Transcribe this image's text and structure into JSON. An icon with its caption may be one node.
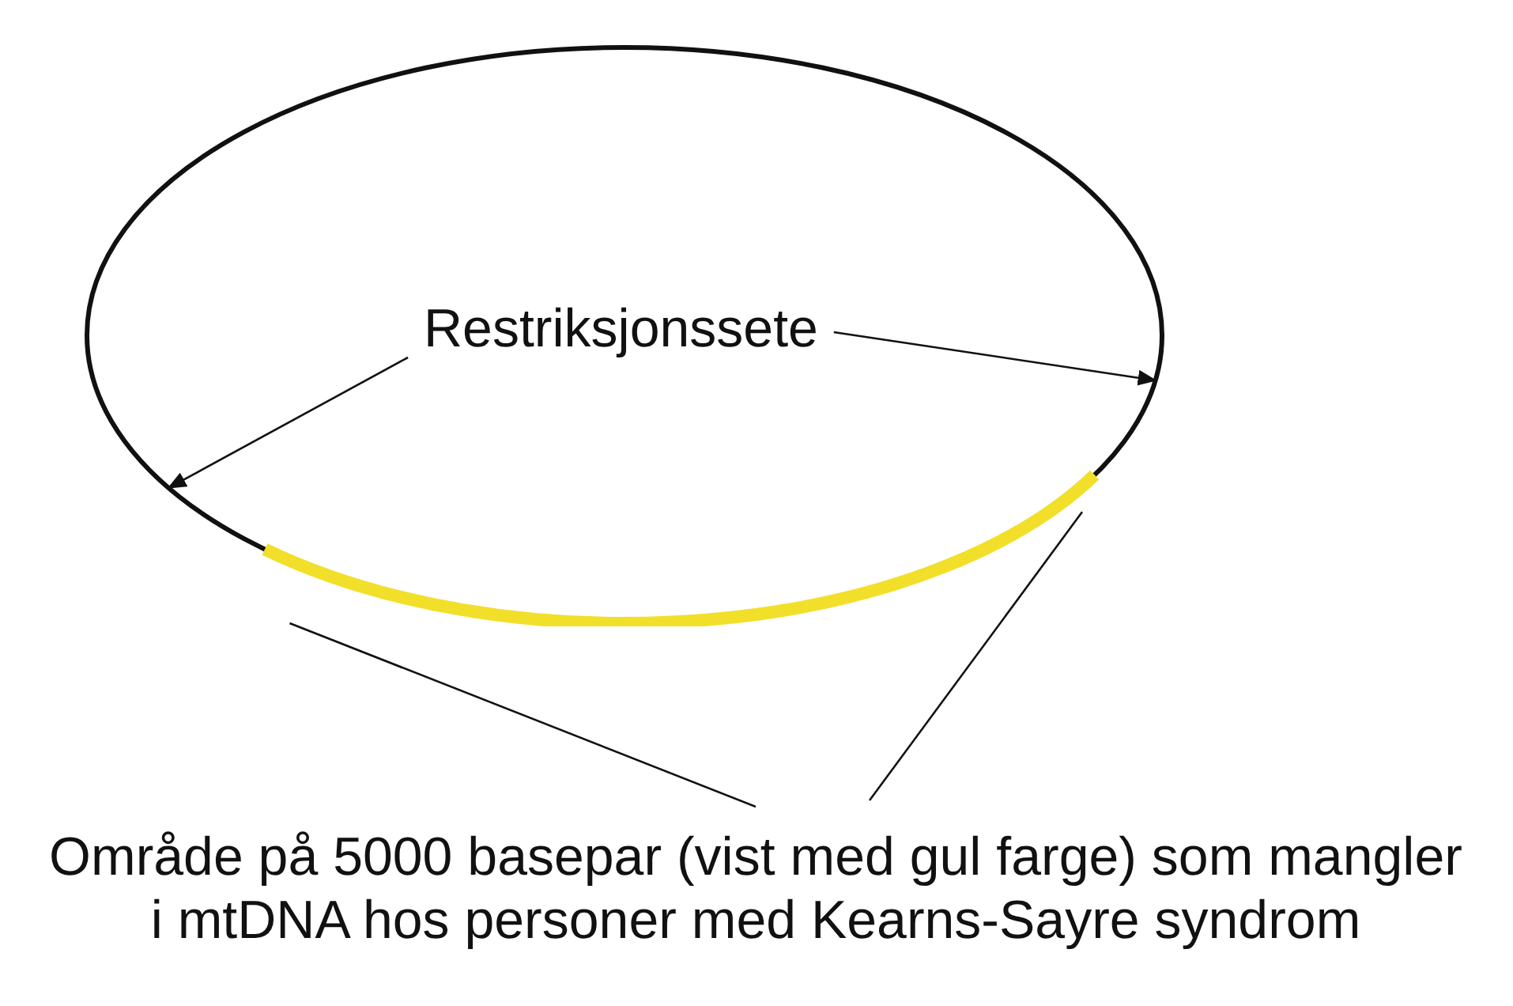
{
  "diagram": {
    "nodes": [
      {
        "text": [],
        "shape": "circle"
      },
      {
        "text": [
          "Restriksjonssete"
        ],
        "in": 0
      },
      {
        "text": [],
        "shape": "bar",
        "in": 0
      },
      {
        "text": [
          "Område på 5000 basepar (vist med gul farge) som mangler i mtDNA hos personer med Kearns-Sayre syndrom"
        ]
      }
    ],
    "edges": [
      {
        "from": 1,
        "to": 0,
        "arrow": "to"
      },
      {
        "from": 1,
        "to": 0,
        "arrow": "to"
      },
      {
        "from": 3,
        "to": 2,
        "arrow": "none"
      },
      {
        "from": 3,
        "to": 2,
        "arrow": "none"
      }
    ]
  }
}
